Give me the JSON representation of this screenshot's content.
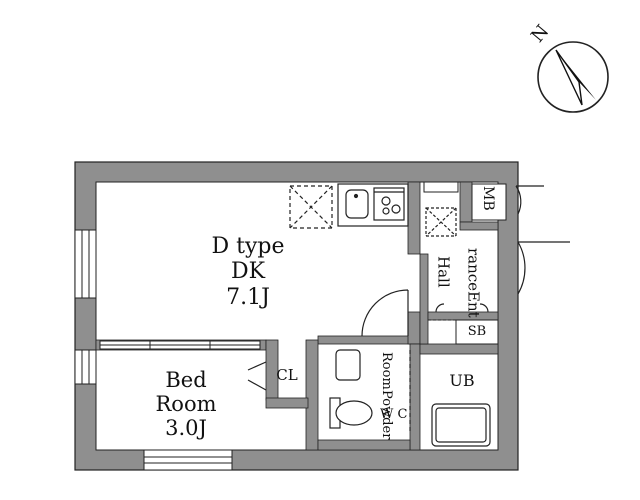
{
  "compass": {
    "north_label": "N"
  },
  "rooms": {
    "dk": {
      "line1": "D type",
      "line2": "DK",
      "line3": "7.1J"
    },
    "bedroom": {
      "line1": "Bed",
      "line2": "Room",
      "line3": "3.0J"
    },
    "closet": "CL",
    "meter_box": "MB",
    "hall": "Hall",
    "entrance": {
      "line1": "Ent",
      "line2": "rance"
    },
    "shoe_box": "SB",
    "powder_room": {
      "line1": "Powder",
      "line2": "Room"
    },
    "wc": "W C",
    "unit_bath": "UB"
  },
  "colors": {
    "wall": "#8f8f8f",
    "line": "#222222",
    "background": "#ffffff"
  }
}
